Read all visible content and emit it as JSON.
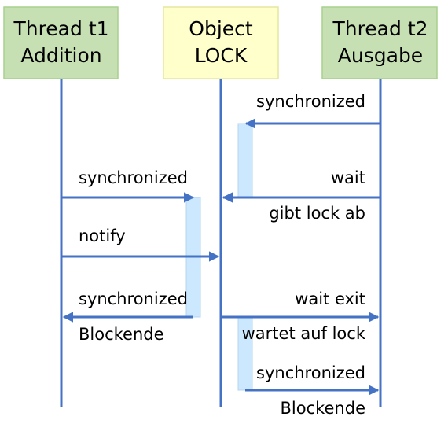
{
  "participants": [
    {
      "line1": "Thread t1",
      "line2": "Addition",
      "fill": "#c6e0b4",
      "stroke": "#a9d18e"
    },
    {
      "line1": "Object",
      "line2": "LOCK",
      "fill": "#ffffcc",
      "stroke": "#e6e6a0"
    },
    {
      "line1": "Thread t2",
      "line2": "Ausgabe",
      "fill": "#c6e0b4",
      "stroke": "#a9d18e"
    }
  ],
  "colors": {
    "lifeline": "#4472c4",
    "arrow": "#4472c4",
    "activation_fill": "#cce8ff",
    "activation_stroke": "#b4d4ef"
  },
  "messages": {
    "m1": "synchronized",
    "m2": "wait",
    "m2_note": "gibt lock ab",
    "m3": "synchronized",
    "m4": "notify",
    "m5": "synchronized",
    "m5_note": "Blockende",
    "m6": "wait exit",
    "m6_note": "wartet auf lock",
    "m7": "synchronized",
    "m7_note": "Blockende"
  }
}
